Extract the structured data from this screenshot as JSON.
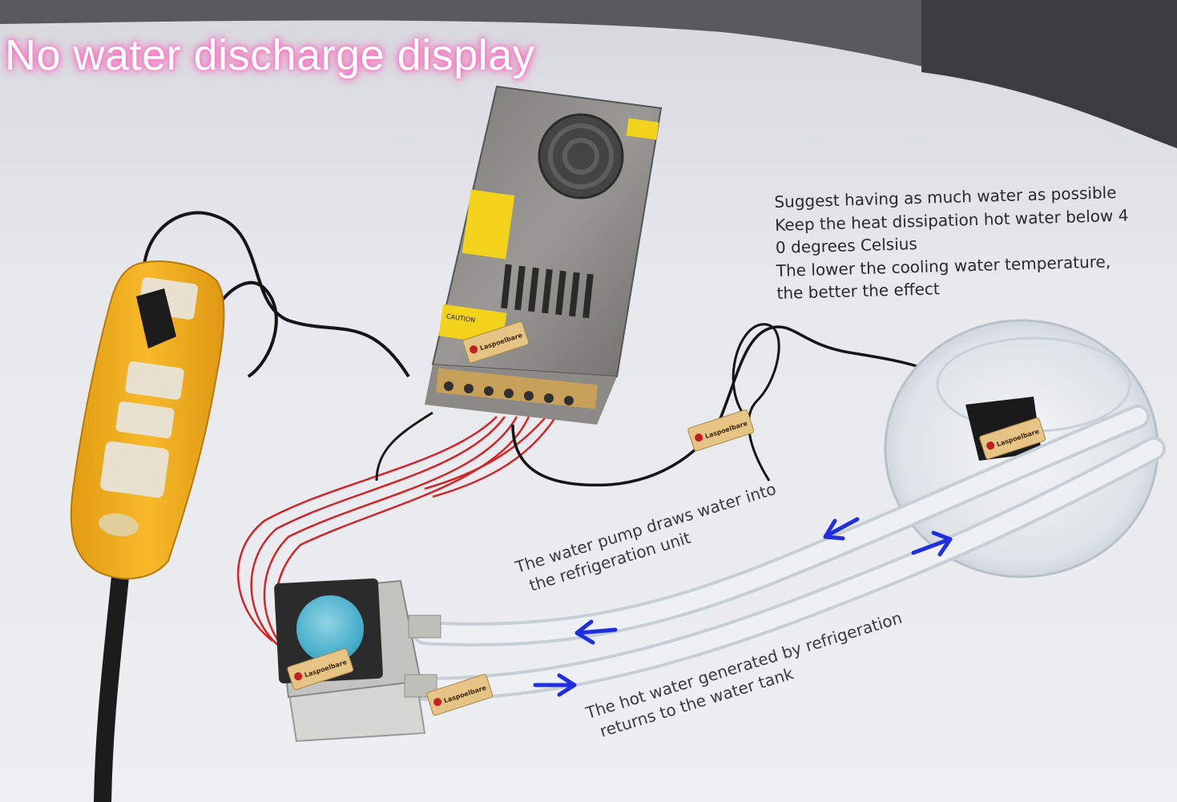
{
  "title": "No water discharge display",
  "note": {
    "lines": [
      "Suggest having as much water as possible",
      "Keep the heat dissipation hot water below 4",
      "0 degrees Celsius",
      "The lower the cooling water temperature,",
      "the better the effect"
    ]
  },
  "labels": {
    "pump": [
      "The water pump draws water into",
      "the refrigeration unit"
    ],
    "hot": [
      "The hot water generated by refrigeration",
      "returns to the water tank"
    ]
  },
  "tags": {
    "brand": "Laspoelbare"
  },
  "psu": {
    "caution": "CAUTION"
  },
  "colors": {
    "background": "#ecedf1",
    "arrow": "#1f2fe0",
    "strip": "#f2b01e",
    "title_glow": "#ff3fa8",
    "wire_red": "#d0262a",
    "tag": "#e6c486"
  }
}
